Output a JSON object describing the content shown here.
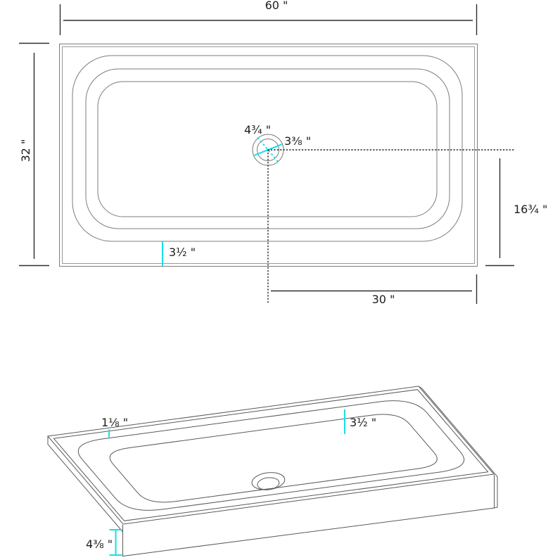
{
  "accent_color": "#16dfe8",
  "top_view": {
    "width_label": "60 \"",
    "height_label": "32 \"",
    "drain_outer_diameter_label": "4¾ \"",
    "drain_inner_diameter_label": "3⅜ \"",
    "drain_right_offset_label": "16¾ \"",
    "front_rim_width_label": "3½ \"",
    "drain_bottom_offset_label": "30 \""
  },
  "iso_view": {
    "back_rim_width_label": "1⅛ \"",
    "side_rim_width_label": "3½ \"",
    "base_height_label": "4⅜ \""
  }
}
